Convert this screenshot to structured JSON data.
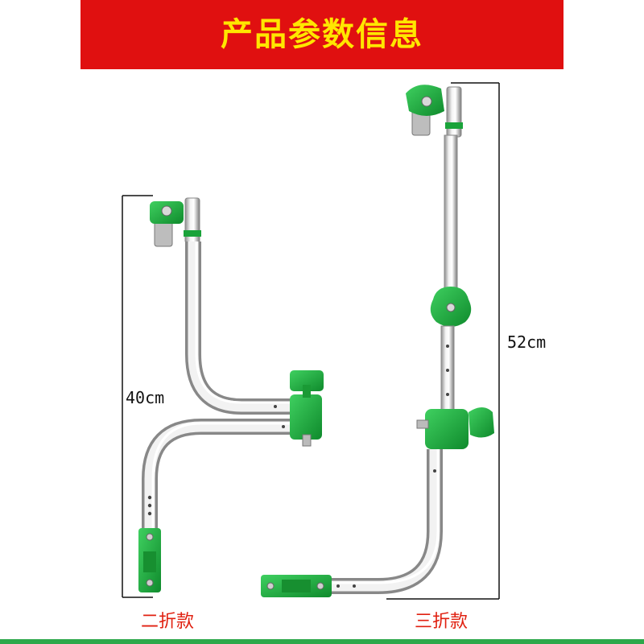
{
  "header": {
    "title": "产品参数信息"
  },
  "dimensions": {
    "left_height": "40cm",
    "right_height": "52cm"
  },
  "variants": {
    "left_name": "二折款",
    "right_name": "三折款"
  },
  "colors": {
    "banner_red": "#e01010",
    "title_yellow": "#ffe600",
    "clamp_green": "#1aa33a",
    "label_red": "#e02010"
  }
}
